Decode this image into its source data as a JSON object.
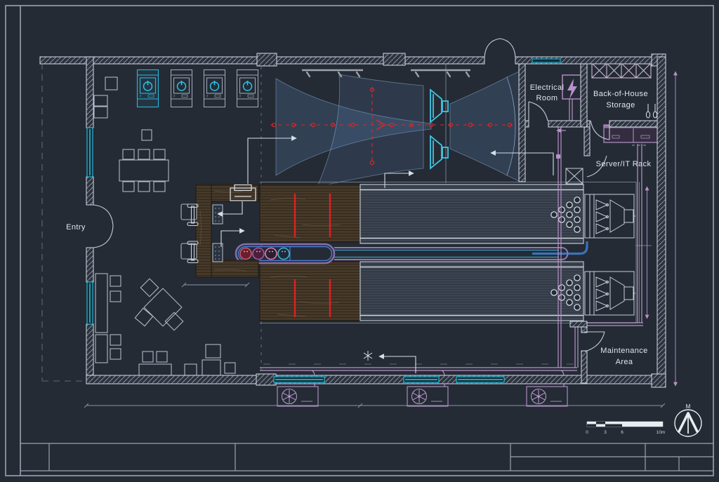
{
  "plan": {
    "labels": {
      "entry": "Entry",
      "electrical1": "Electrical",
      "electrical2": "Room",
      "storage1": "Back-of-House",
      "storage2": "Storage",
      "server": "Server/IT Rack",
      "maintenance1": "Maintenance",
      "maintenance2": "Area"
    },
    "scale": {
      "t0": "0",
      "t1": "3",
      "t2": "6",
      "t3": "10m"
    },
    "compass": "M",
    "colors": {
      "background": "#242b35",
      "wall_line": "#c6cedb",
      "window_cyan": "#2ab5d8",
      "conduit_purple": "#b892c8",
      "alignment_red": "#e02626",
      "coverage_blue": "#6a94cd",
      "wood_brown": "#46392a",
      "ball_return_violet": "#8f76b8"
    }
  }
}
